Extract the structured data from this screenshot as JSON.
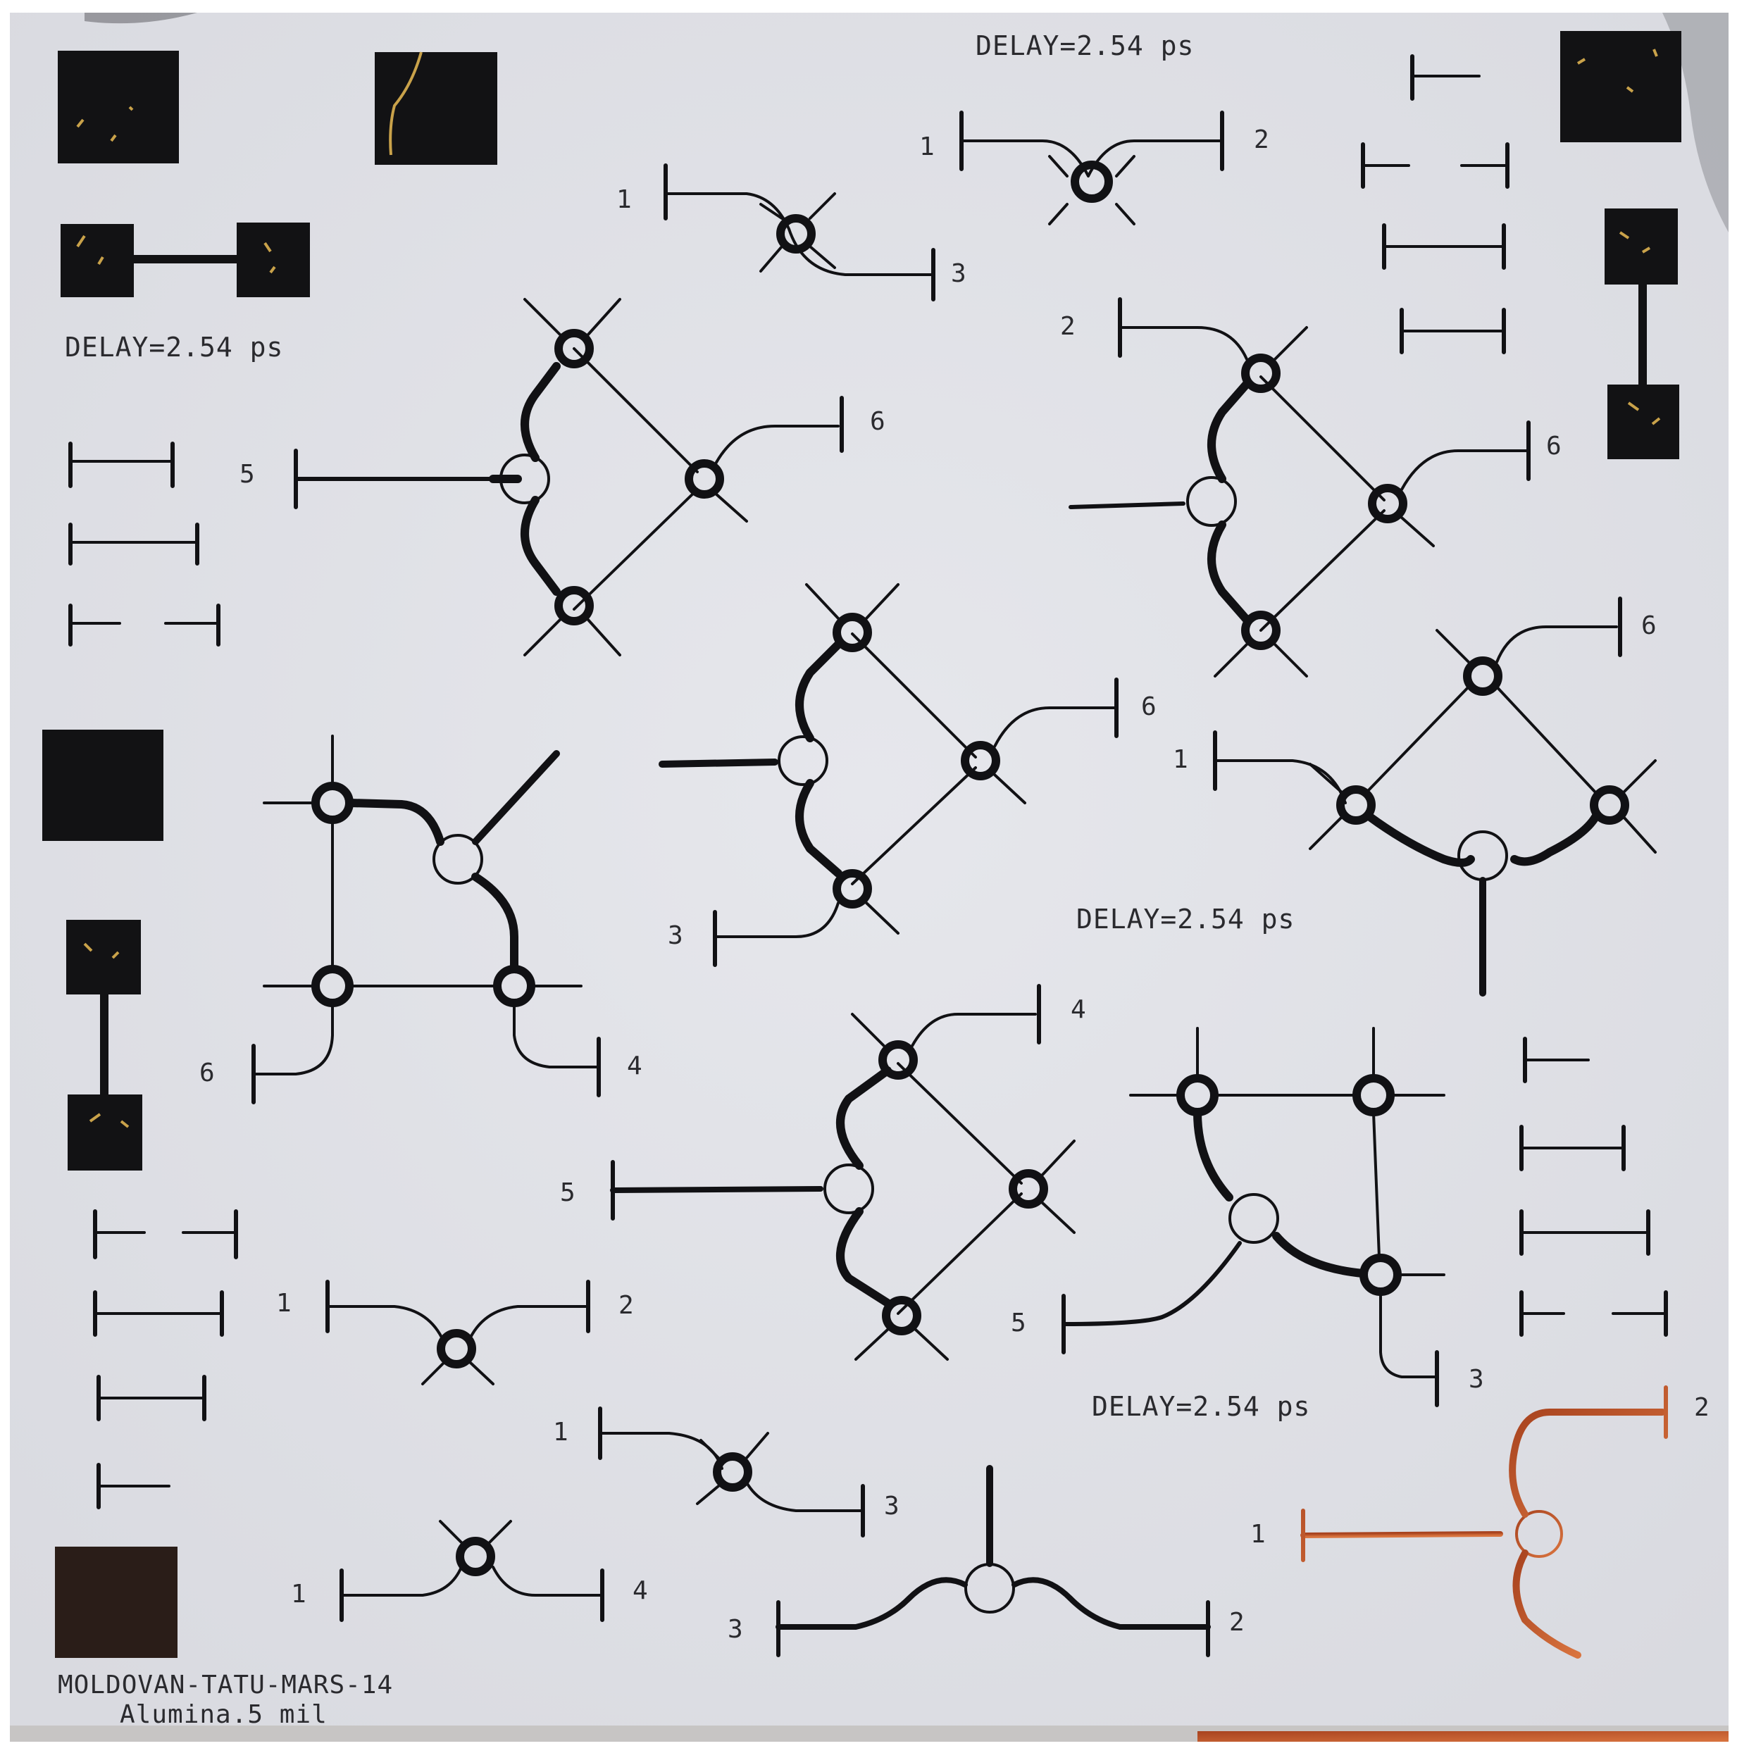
{
  "photo": {
    "substrate_color": "#e2e3e8",
    "trace_color": "#111114",
    "copper_color": "#c0582e",
    "gold_color": "#c9a24a"
  },
  "markings": {
    "delay_top": "DELAY=2.54 ps",
    "delay_left": "DELAY=2.54 ps",
    "delay_center": "DELAY=2.54 ps",
    "delay_bottom": "DELAY=2.54 ps",
    "footer_line1": "MOLDOVAN-TATU-MARS-14",
    "footer_line2": "Alumina.5 mil"
  },
  "ports": {
    "c1": "1",
    "c2": "2",
    "c3": "1",
    "c4": "3",
    "b1": "2",
    "b2": "6",
    "a1": "5",
    "a2": "6",
    "d1": "6",
    "d2": "3",
    "e1": "6",
    "e2": "1",
    "f1": "6",
    "f2": "4",
    "g1": "4",
    "g2": "5",
    "h1": "5",
    "h2": "3",
    "i1": "1",
    "i2": "2",
    "j1": "1",
    "j2": "3",
    "k1": "1",
    "k2": "4",
    "l1": "3",
    "l2": "2",
    "m1": "1",
    "m2": "2"
  }
}
